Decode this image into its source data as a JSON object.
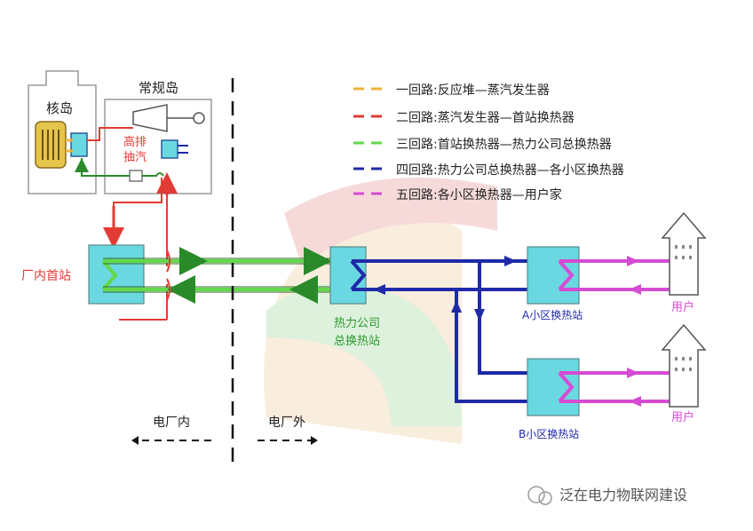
{
  "labels": {
    "nuclear_island": "核岛",
    "conventional_island": "常规岛",
    "high_exhaust_1": "高排",
    "high_exhaust_2": "抽汽",
    "plant_station": "厂内首站",
    "thermal_company_1": "热力公司",
    "thermal_company_2": "总换热站",
    "station_a": "A小区换热站",
    "station_b": "B小区换热站",
    "user_a": "用户",
    "user_b": "用户",
    "inside_plant": "电厂内",
    "outside_plant": "电厂外"
  },
  "legend": [
    {
      "text": "一回路:反应堆—蒸汽发生器",
      "color": "#f0b23a"
    },
    {
      "text": "二回路:蒸汽发生器—首站换热器",
      "color": "#e23b34"
    },
    {
      "text": "三回路:首站换热器—热力公司总换热器",
      "color": "#63d84a"
    },
    {
      "text": "四回路:热力公司总换热器—各小区换热器",
      "color": "#1f2aa8"
    },
    {
      "text": "五回路:各小区换热器—用户家",
      "color": "#d64bd3"
    }
  ],
  "watermark": "泛在电力物联网建设",
  "colors": {
    "loop1": "#f0b23a",
    "loop2": "#e23b34",
    "loop3": "#63d84a",
    "loop4": "#1f2aa8",
    "loop5": "#d64bd3",
    "exchanger_fill": "#6ad8e0"
  }
}
